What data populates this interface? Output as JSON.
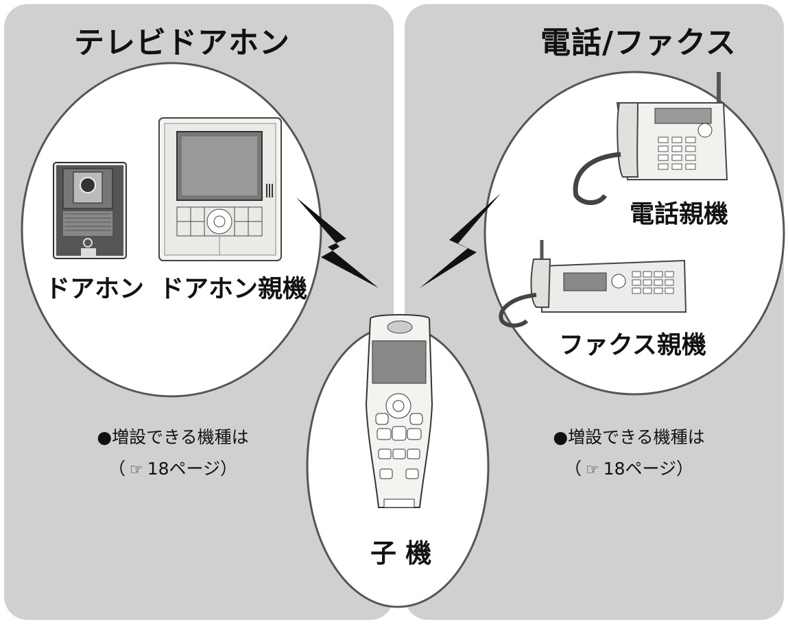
{
  "left": {
    "title": "テレビドアホン",
    "devices": {
      "doorphone": "ドアホン",
      "doorphone_base": "ドアホン親機"
    },
    "note": {
      "line1": "●増設できる機種は",
      "open": "（",
      "icon": "☞",
      "page": "18ページ",
      "close": "）"
    }
  },
  "right": {
    "title": "電話/ファクス",
    "devices": {
      "phone_base": "電話親機",
      "fax_base": "ファクス親機"
    },
    "note": {
      "line1": "●増設できる機種は",
      "open": "（",
      "icon": "☞",
      "page": "18ページ",
      "close": "）"
    }
  },
  "center": {
    "handset": "子 機"
  },
  "colors": {
    "panel": "#cfd0d2",
    "circle": "#ffffff",
    "outline": "#555555",
    "bolt": "#111111"
  }
}
